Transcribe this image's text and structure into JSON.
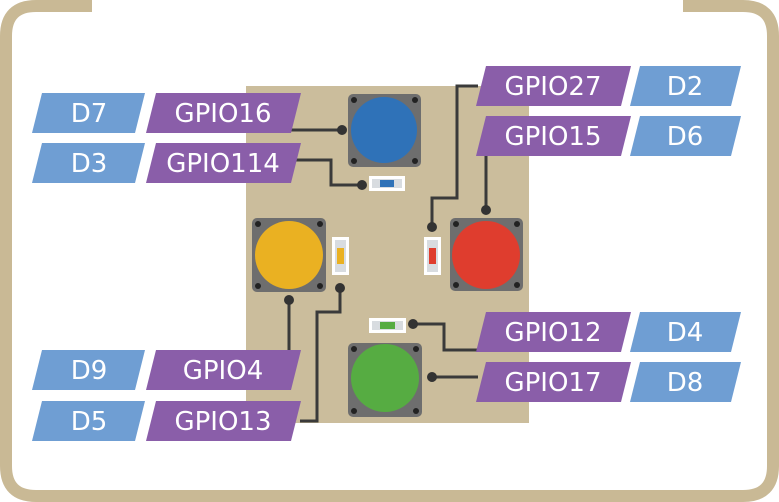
{
  "labels": {
    "d7": "D7",
    "gpio16": "GPIO16",
    "d3": "D3",
    "gpio114": "GPIO114",
    "gpio27": "GPIO27",
    "d2": "D2",
    "gpio15": "GPIO15",
    "d6": "D6",
    "gpio12": "GPIO12",
    "d4": "D4",
    "gpio17": "GPIO17",
    "d8": "D8",
    "d9": "D9",
    "gpio4": "GPIO4",
    "d5": "D5",
    "gpio13": "GPIO13"
  },
  "colors": {
    "frame": "#c9b995",
    "board": "#cbbd9c",
    "d_tag": "#6f9ed3",
    "gpio_tag": "#8a5ea9",
    "wire": "#3a3a3a",
    "button_base": "#6e6e6e",
    "blue": "#2f72b8",
    "red": "#df3d2e",
    "yellow": "#eab122",
    "green": "#56ac42"
  },
  "buttons": [
    "blue",
    "red",
    "yellow",
    "green"
  ],
  "leds": [
    "blue",
    "red",
    "yellow",
    "green"
  ]
}
